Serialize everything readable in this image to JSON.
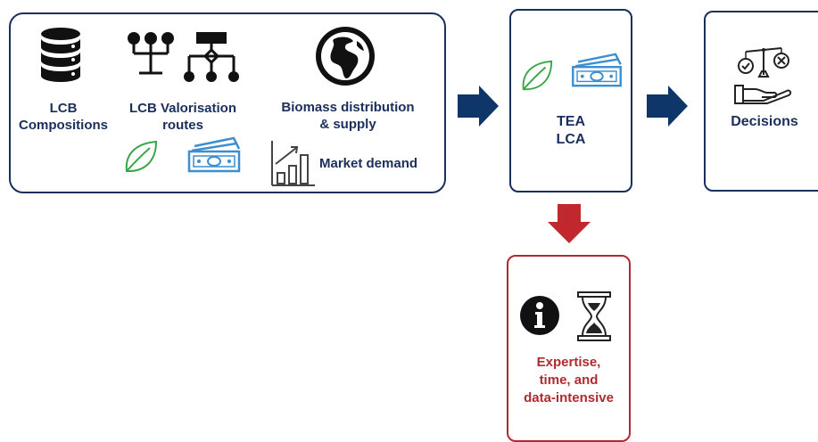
{
  "colors": {
    "navy": "#1a2f5c",
    "arrow_blue": "#0f3668",
    "arrow_red": "#c0282d",
    "leaf_green": "#3aa64a",
    "money_blue": "#3b8ed0",
    "border_red": "#b02a2f"
  },
  "inputs_box": {
    "compositions_label": "LCB\nCompositions",
    "routes_label": "LCB Valorisation\nroutes",
    "biomass_label": "Biomass distribution\n& supply",
    "market_label": "Market demand",
    "icons": [
      "database-icon",
      "process-tree-icon",
      "globe-icon",
      "leaf-icon",
      "money-icon",
      "bar-chart-icon"
    ]
  },
  "assessment_box": {
    "label": "TEA\nLCA",
    "icons": [
      "leaf-icon",
      "money-icon"
    ]
  },
  "decision_box": {
    "label": "Decisions",
    "icons": [
      "scale-icon",
      "hand-icon"
    ]
  },
  "limitation_box": {
    "label": "Expertise,\ntime, and\ndata-intensive",
    "icons": [
      "info-icon",
      "hourglass-icon"
    ]
  }
}
